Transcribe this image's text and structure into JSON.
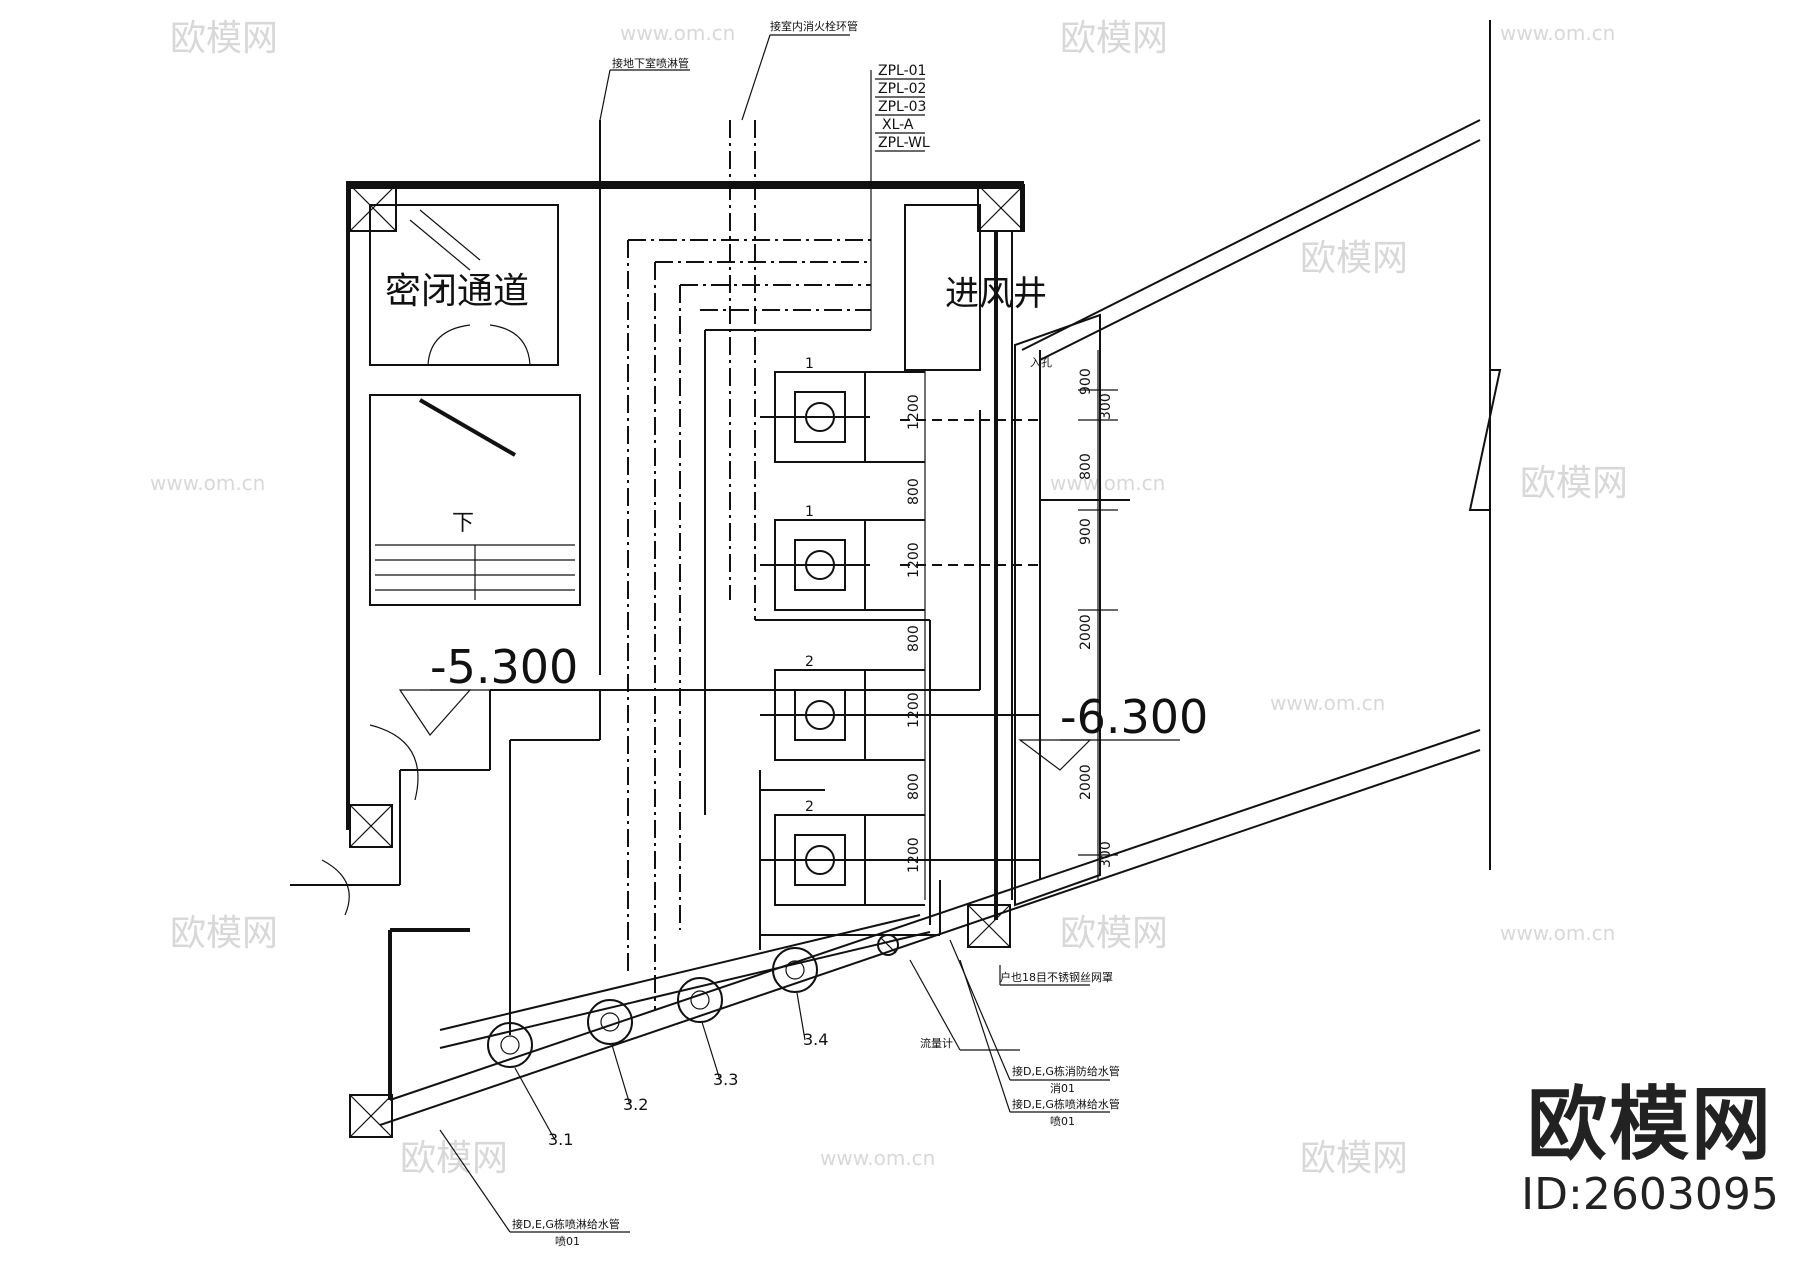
{
  "labels": {
    "sealed_passage": "密闭通道",
    "air_shaft": "进风井",
    "down": "下",
    "level_left": "-5.300",
    "level_right": "-6.300",
    "pipe_fire_loop": "接室内消火栓环管",
    "pipe_sprinkler": "接地下室喷淋管",
    "entry": "入孔",
    "filter_note": "户也18目不锈钢丝网罩",
    "flow_meter": "流量计",
    "supply_d_e_g_fire": "接D,E,G栋消防给水管",
    "supply_d_e_g_fire_sub": "消01",
    "supply_d_e_g_spray": "接D,E,G栋喷淋给水管",
    "supply_d_e_g_spray_sub": "喷01",
    "supply_bottom": "接D,E,G栋喷淋给水管",
    "supply_bottom_sub": "喷01"
  },
  "riser_tags": [
    "ZPL-01",
    "ZPL-02",
    "ZPL-03",
    "XL-A",
    "ZPL-WL"
  ],
  "pumps": [
    {
      "num": "1",
      "dim": "1200"
    },
    {
      "num": "1",
      "dim": "1200"
    },
    {
      "num": "2",
      "dim": "1200"
    },
    {
      "num": "2",
      "dim": "1200"
    }
  ],
  "gaps": [
    "800",
    "800",
    "800"
  ],
  "right_dims": [
    "900",
    "300",
    "800",
    "900",
    "2000",
    "2000",
    "300"
  ],
  "tank_outlets": [
    "3.1",
    "3.2",
    "3.3",
    "3.4"
  ],
  "watermark": {
    "brand": "欧模网",
    "site": "www.om.cn"
  },
  "brand": {
    "name": "欧模网",
    "id": "ID:2603095"
  }
}
